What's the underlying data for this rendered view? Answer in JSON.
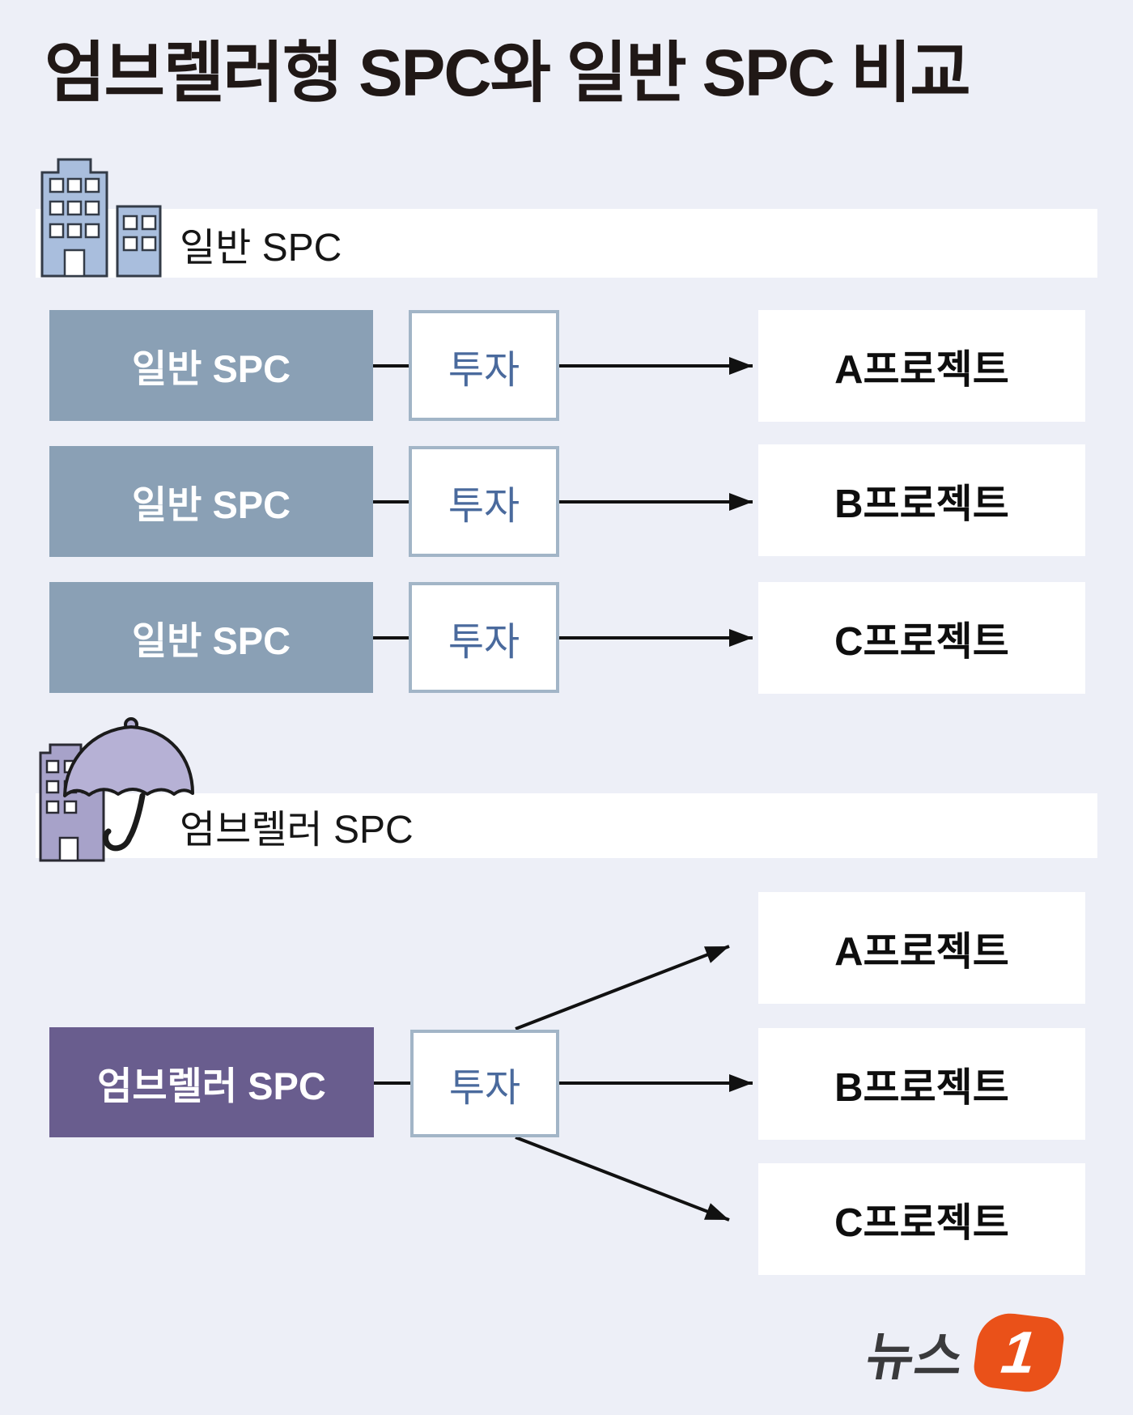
{
  "title": "엄브렐러형 SPC와 일반 SPC 비교",
  "sections": {
    "general": {
      "label": "일반 SPC",
      "rows": [
        {
          "source": "일반 SPC",
          "connector": "투자",
          "target": "A프로젝트"
        },
        {
          "source": "일반 SPC",
          "connector": "투자",
          "target": "B프로젝트"
        },
        {
          "source": "일반 SPC",
          "connector": "투자",
          "target": "C프로젝트"
        }
      ]
    },
    "umbrella": {
      "label": "엄브렐러 SPC",
      "source": "엄브렐러 SPC",
      "connector": "투자",
      "targets": [
        "A프로젝트",
        "B프로젝트",
        "C프로젝트"
      ]
    }
  },
  "icons": {
    "general": "buildings-icon",
    "umbrella": "umbrella-building-icon"
  },
  "colors": {
    "background": "#edeff7",
    "general_source_box": "#8aa0b5",
    "umbrella_source_box": "#695d8e",
    "invest_box_border": "#a2b5c7",
    "invest_box_text": "#4a6a9d",
    "building_icon_fill": "#a9bedd",
    "umbrella_icon_fill": "#b6b1d5",
    "umbrella_building_fill": "#a7a2c9",
    "arrow": "#111111",
    "logo_orange": "#ea5119"
  },
  "logo": {
    "text": "뉴스",
    "badge": "1"
  }
}
